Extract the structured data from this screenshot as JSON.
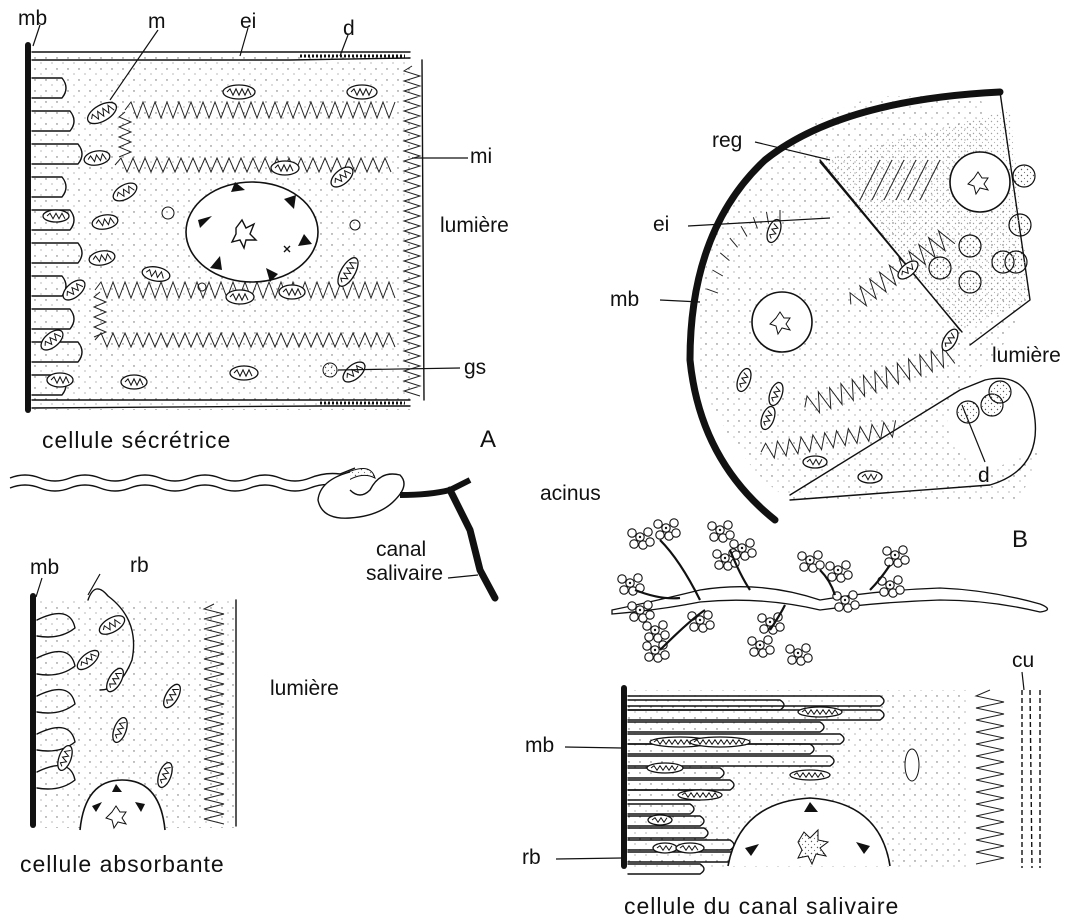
{
  "panel_a": {
    "labels": {
      "mb": "mb",
      "m": "m",
      "ei": "ei",
      "d": "d",
      "mi": "mi",
      "lumiere": "lumière",
      "gs": "gs",
      "panel_letter": "A"
    },
    "caption": "cellule sécrétrice"
  },
  "panel_b": {
    "labels": {
      "reg": "reg",
      "ei": "ei",
      "mb": "mb",
      "lumiere": "lumière",
      "d": "d",
      "panel_letter": "B"
    }
  },
  "gland": {
    "acinus": "acinus",
    "canal_line1": "canal",
    "canal_line2": "salivaire"
  },
  "absorbante": {
    "labels": {
      "mb": "mb",
      "rb": "rb",
      "lumiere": "lumière"
    },
    "caption": "cellule absorbante"
  },
  "canal_cell": {
    "labels": {
      "mb": "mb",
      "rb": "rb",
      "cu": "cu"
    },
    "caption": "cellule du canal salivaire"
  }
}
